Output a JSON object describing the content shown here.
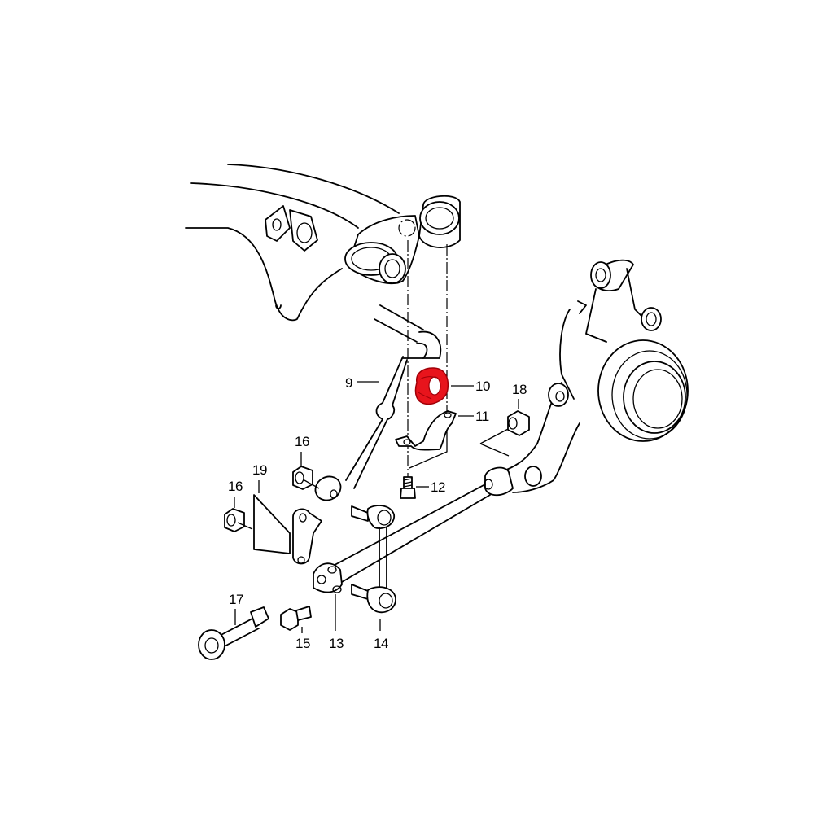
{
  "diagram": {
    "type": "exploded parts diagram",
    "subject": "front suspension stabilizer bar assembly",
    "highlight_color": "#e8141c",
    "line_color": "#000000",
    "background": "#ffffff",
    "highlighted_part": "10",
    "callouts": [
      {
        "id": "9",
        "label": "9"
      },
      {
        "id": "10",
        "label": "10"
      },
      {
        "id": "11",
        "label": "11"
      },
      {
        "id": "12",
        "label": "12"
      },
      {
        "id": "13",
        "label": "13"
      },
      {
        "id": "14",
        "label": "14"
      },
      {
        "id": "15",
        "label": "15"
      },
      {
        "id": "16a",
        "label": "16"
      },
      {
        "id": "16b",
        "label": "16"
      },
      {
        "id": "17",
        "label": "17"
      },
      {
        "id": "18",
        "label": "18"
      },
      {
        "id": "19",
        "label": "19"
      }
    ],
    "parts": [
      {
        "name": "subframe",
        "callout": ""
      },
      {
        "name": "steering-knuckle",
        "callout": ""
      },
      {
        "name": "stabilizer-bar",
        "callout": "9"
      },
      {
        "name": "stabilizer-bushing",
        "callout": "10"
      },
      {
        "name": "bushing-clamp",
        "callout": "11"
      },
      {
        "name": "clamp-bolt",
        "callout": "12"
      },
      {
        "name": "bracket",
        "callout": "13"
      },
      {
        "name": "stabilizer-link",
        "callout": "14"
      },
      {
        "name": "hex-bolt",
        "callout": "15"
      },
      {
        "name": "self-locking-nut",
        "callout": "16"
      },
      {
        "name": "long-bolt",
        "callout": "17"
      },
      {
        "name": "self-locking-nut",
        "callout": "18"
      },
      {
        "name": "mounting-plate",
        "callout": "19"
      }
    ]
  }
}
